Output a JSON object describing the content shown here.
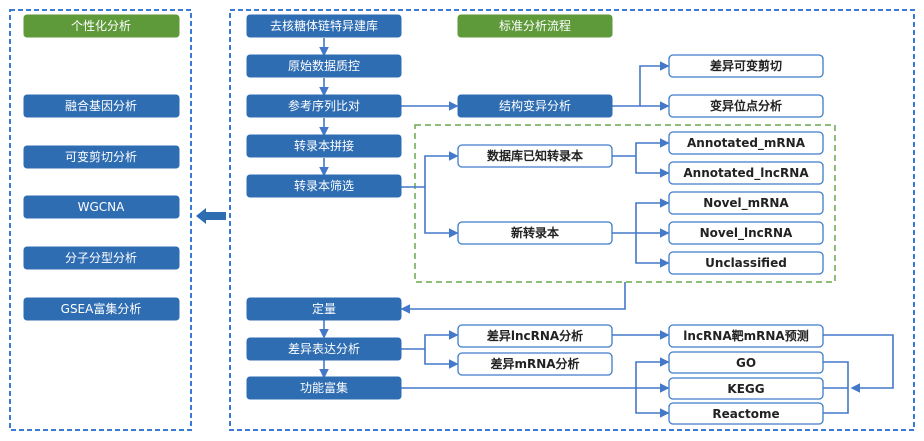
{
  "colors": {
    "node_blue": "#2f6db3",
    "node_green": "#5e9a3a",
    "connector": "#4478c8",
    "frame_blue": "#3a7bd5",
    "frame_green": "#6aa84f"
  },
  "personalized_panel": {
    "title": "个性化分析",
    "items": [
      "融合基因分析",
      "可变剪切分析",
      "WGCNA",
      "分子分型分析",
      "GSEA富集分析"
    ]
  },
  "standard_panel": {
    "title": "标准分析流程",
    "main_steps": [
      "去核糖体链特异建库",
      "原始数据质控",
      "参考序列比对",
      "转录本拼接",
      "转录本筛选",
      "定量",
      "差异表达分析",
      "功能富集"
    ],
    "structural_variation": {
      "label": "结构变异分析",
      "children": [
        "差异可变剪切",
        "变异位点分析"
      ]
    },
    "transcripts": {
      "known": {
        "label": "数据库已知转录本",
        "children": [
          "Annotated_mRNA",
          "Annotated_lncRNA"
        ]
      },
      "novel": {
        "label": "新转录本",
        "children": [
          "Novel_mRNA",
          "Novel_lncRNA",
          "Unclassified"
        ]
      }
    },
    "differential": {
      "lncrna": "差异lncRNA分析",
      "mrna": "差异mRNA分析",
      "target_prediction": "lncRNA靶mRNA预测"
    },
    "enrichment": [
      "GO",
      "KEGG",
      "Reactome"
    ]
  },
  "icons": {
    "panel_arrow": "left-arrow-icon"
  }
}
